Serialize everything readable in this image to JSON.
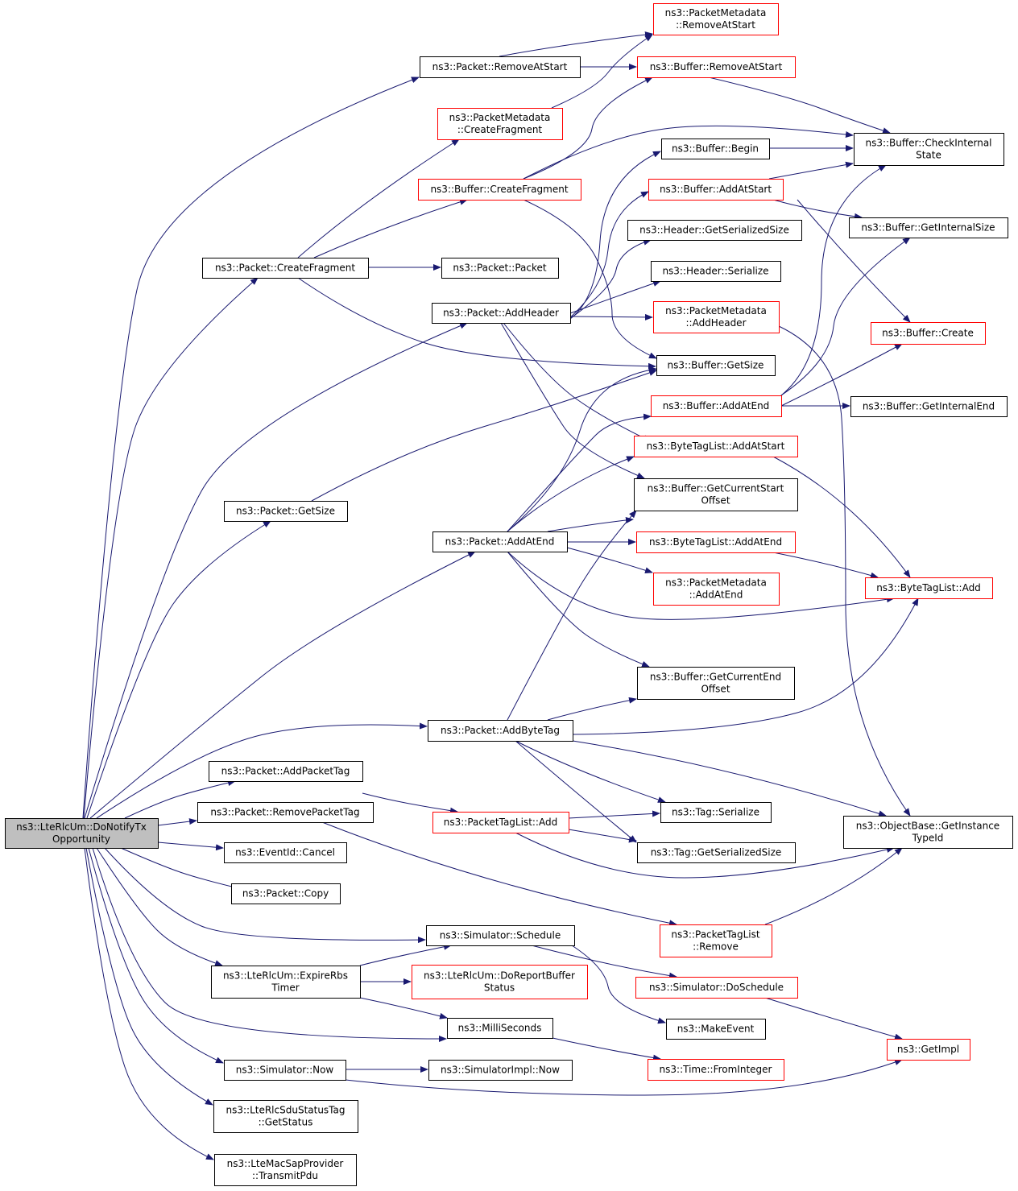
{
  "colors": {
    "edge": "#191970",
    "border_documented": "#000000",
    "border_undocumented": "#ff0000",
    "root_fill": "#bfbfbf",
    "node_fill": "#ffffff",
    "text": "#000000"
  },
  "nodes": {
    "root": {
      "lines": [
        "ns3::LteRlcUm::DoNotifyTx",
        "Opportunity"
      ],
      "border": "black",
      "root": true
    },
    "pktRemoveAtStart": {
      "lines": [
        "ns3::Packet::RemoveAtStart"
      ],
      "border": "black"
    },
    "pmRemoveAtStart": {
      "lines": [
        "ns3::PacketMetadata",
        "::RemoveAtStart"
      ],
      "border": "red"
    },
    "bufRemoveAtStart": {
      "lines": [
        "ns3::Buffer::RemoveAtStart"
      ],
      "border": "red"
    },
    "pmCreateFragment": {
      "lines": [
        "ns3::PacketMetadata",
        "::CreateFragment"
      ],
      "border": "red"
    },
    "bufCheckInternal": {
      "lines": [
        "ns3::Buffer::CheckInternal",
        "State"
      ],
      "border": "black"
    },
    "bufBegin": {
      "lines": [
        "ns3::Buffer::Begin"
      ],
      "border": "black"
    },
    "bufCreateFragment": {
      "lines": [
        "ns3::Buffer::CreateFragment"
      ],
      "border": "red"
    },
    "bufAddAtStart": {
      "lines": [
        "ns3::Buffer::AddAtStart"
      ],
      "border": "red"
    },
    "hdrGetSerializedSize": {
      "lines": [
        "ns3::Header::GetSerializedSize"
      ],
      "border": "black"
    },
    "bufGetInternalSize": {
      "lines": [
        "ns3::Buffer::GetInternalSize"
      ],
      "border": "black"
    },
    "pktCreateFragment": {
      "lines": [
        "ns3::Packet::CreateFragment"
      ],
      "border": "black"
    },
    "pktPacket": {
      "lines": [
        "ns3::Packet::Packet"
      ],
      "border": "black"
    },
    "hdrSerialize": {
      "lines": [
        "ns3::Header::Serialize"
      ],
      "border": "black"
    },
    "pktAddHeader": {
      "lines": [
        "ns3::Packet::AddHeader"
      ],
      "border": "black"
    },
    "pmAddHeader": {
      "lines": [
        "ns3::PacketMetadata",
        "::AddHeader"
      ],
      "border": "red"
    },
    "bufCreate": {
      "lines": [
        "ns3::Buffer::Create"
      ],
      "border": "red"
    },
    "bufGetSize": {
      "lines": [
        "ns3::Buffer::GetSize"
      ],
      "border": "black"
    },
    "bufAddAtEnd": {
      "lines": [
        "ns3::Buffer::AddAtEnd"
      ],
      "border": "red"
    },
    "bufGetInternalEnd": {
      "lines": [
        "ns3::Buffer::GetInternalEnd"
      ],
      "border": "black"
    },
    "btlAddAtStart": {
      "lines": [
        "ns3::ByteTagList::AddAtStart"
      ],
      "border": "red"
    },
    "pktGetSize": {
      "lines": [
        "ns3::Packet::GetSize"
      ],
      "border": "black"
    },
    "bufGetCurrentStartOffset": {
      "lines": [
        "ns3::Buffer::GetCurrentStart",
        "Offset"
      ],
      "border": "black"
    },
    "pktAddAtEnd": {
      "lines": [
        "ns3::Packet::AddAtEnd"
      ],
      "border": "black"
    },
    "btlAddAtEnd": {
      "lines": [
        "ns3::ByteTagList::AddAtEnd"
      ],
      "border": "red"
    },
    "pmAddAtEnd": {
      "lines": [
        "ns3::PacketMetadata",
        "::AddAtEnd"
      ],
      "border": "red"
    },
    "btlAdd": {
      "lines": [
        "ns3::ByteTagList::Add"
      ],
      "border": "red"
    },
    "bufGetCurrentEndOffset": {
      "lines": [
        "ns3::Buffer::GetCurrentEnd",
        "Offset"
      ],
      "border": "black"
    },
    "pktAddByteTag": {
      "lines": [
        "ns3::Packet::AddByteTag"
      ],
      "border": "black"
    },
    "pktAddPacketTag": {
      "lines": [
        "ns3::Packet::AddPacketTag"
      ],
      "border": "black"
    },
    "pktRemovePacketTag": {
      "lines": [
        "ns3::Packet::RemovePacketTag"
      ],
      "border": "black"
    },
    "ptlAdd": {
      "lines": [
        "ns3::PacketTagList::Add"
      ],
      "border": "red"
    },
    "tagSerialize": {
      "lines": [
        "ns3::Tag::Serialize"
      ],
      "border": "black"
    },
    "obGetInstanceTypeId": {
      "lines": [
        "ns3::ObjectBase::GetInstance",
        "TypeId"
      ],
      "border": "black"
    },
    "evCancel": {
      "lines": [
        "ns3::EventId::Cancel"
      ],
      "border": "black"
    },
    "tagGetSerializedSize": {
      "lines": [
        "ns3::Tag::GetSerializedSize"
      ],
      "border": "black"
    },
    "pktCopy": {
      "lines": [
        "ns3::Packet::Copy"
      ],
      "border": "black"
    },
    "simSchedule": {
      "lines": [
        "ns3::Simulator::Schedule"
      ],
      "border": "black"
    },
    "ptlRemove": {
      "lines": [
        "ns3::PacketTagList",
        "::Remove"
      ],
      "border": "red"
    },
    "expireRbsTimer": {
      "lines": [
        "ns3::LteRlcUm::ExpireRbs",
        "Timer"
      ],
      "border": "black"
    },
    "doReportBufferStatus": {
      "lines": [
        "ns3::LteRlcUm::DoReportBuffer",
        "Status"
      ],
      "border": "red"
    },
    "simDoSchedule": {
      "lines": [
        "ns3::Simulator::DoSchedule"
      ],
      "border": "red"
    },
    "milliSeconds": {
      "lines": [
        "ns3::MilliSeconds"
      ],
      "border": "black"
    },
    "makeEvent": {
      "lines": [
        "ns3::MakeEvent"
      ],
      "border": "black"
    },
    "getImpl": {
      "lines": [
        "ns3::GetImpl"
      ],
      "border": "red"
    },
    "simNow": {
      "lines": [
        "ns3::Simulator::Now"
      ],
      "border": "black"
    },
    "simImplNow": {
      "lines": [
        "ns3::SimulatorImpl::Now"
      ],
      "border": "black"
    },
    "timeFromInteger": {
      "lines": [
        "ns3::Time::FromInteger"
      ],
      "border": "red"
    },
    "sduGetStatus": {
      "lines": [
        "ns3::LteRlcSduStatusTag",
        "::GetStatus"
      ],
      "border": "black"
    },
    "transmitPdu": {
      "lines": [
        "ns3::LteMacSapProvider",
        "::TransmitPdu"
      ],
      "border": "black"
    }
  }
}
